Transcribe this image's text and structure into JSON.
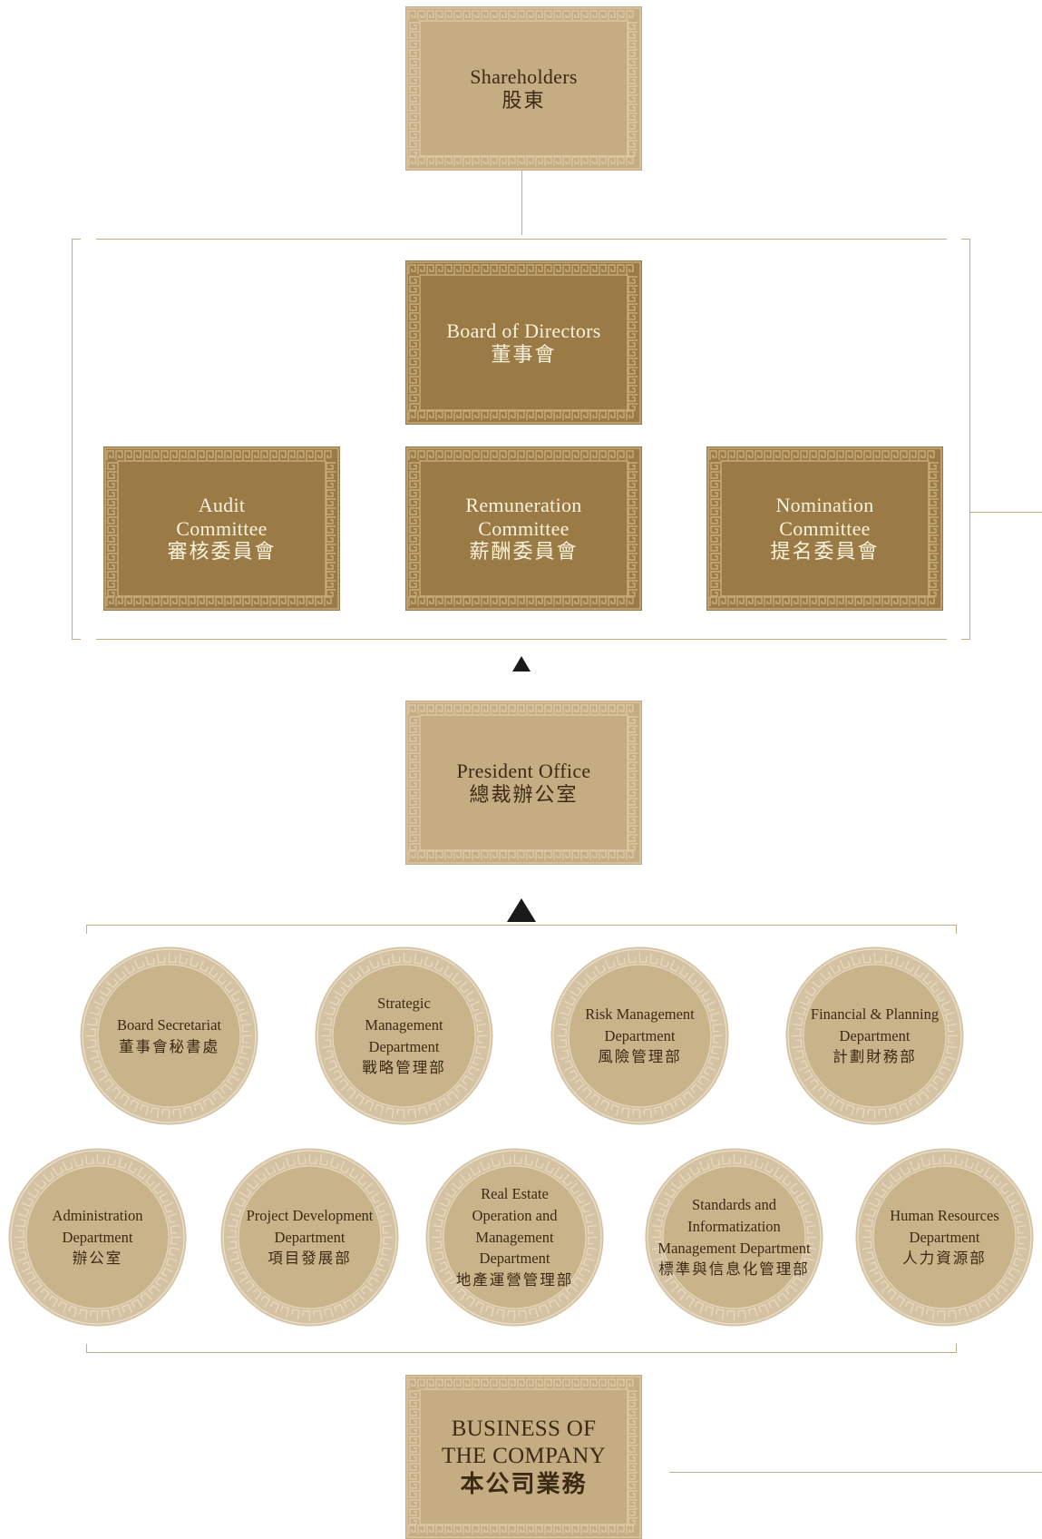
{
  "shareholders": {
    "en": "Shareholders",
    "zh": "股東"
  },
  "board": {
    "en": "Board of Directors",
    "zh": "董事會"
  },
  "committees": [
    {
      "en1": "Audit",
      "en2": "Committee",
      "zh": "審核委員會"
    },
    {
      "en1": "Remuneration",
      "en2": "Committee",
      "zh": "薪酬委員會"
    },
    {
      "en1": "Nomination",
      "en2": "Committee",
      "zh": "提名委員會"
    }
  ],
  "president": {
    "en": "President Office",
    "zh": "總裁辦公室"
  },
  "departments": [
    {
      "lines": [
        "Board Secretariat"
      ],
      "zh": "董事會秘書處"
    },
    {
      "lines": [
        "Strategic",
        "Management",
        "Department"
      ],
      "zh": "戰略管理部"
    },
    {
      "lines": [
        "Risk Management",
        "Department"
      ],
      "zh": "風險管理部"
    },
    {
      "lines": [
        "Financial & Planning",
        "Department"
      ],
      "zh": "計劃財務部"
    },
    {
      "lines": [
        "Administration",
        "Department"
      ],
      "zh": "辦公室"
    },
    {
      "lines": [
        "Project Development",
        "Department"
      ],
      "zh": "項目發展部"
    },
    {
      "lines": [
        "Real Estate",
        "Operation and",
        "Management",
        "Department"
      ],
      "zh": "地產運營管理部"
    },
    {
      "lines": [
        "Standards and",
        "Informatization",
        "Management Department"
      ],
      "zh": "標準與信息化管理部"
    },
    {
      "lines": [
        "Human Resources",
        "Department"
      ],
      "zh": "人力資源部"
    }
  ],
  "business": {
    "en1": "BUSINESS OF",
    "en2": "THE COMPANY",
    "zh": "本公司業務"
  },
  "colors": {
    "light_box": "#c5ac83",
    "dark_box": "#9a7a45",
    "line": "#c2ab82",
    "arrow": "#1a1a1a"
  }
}
